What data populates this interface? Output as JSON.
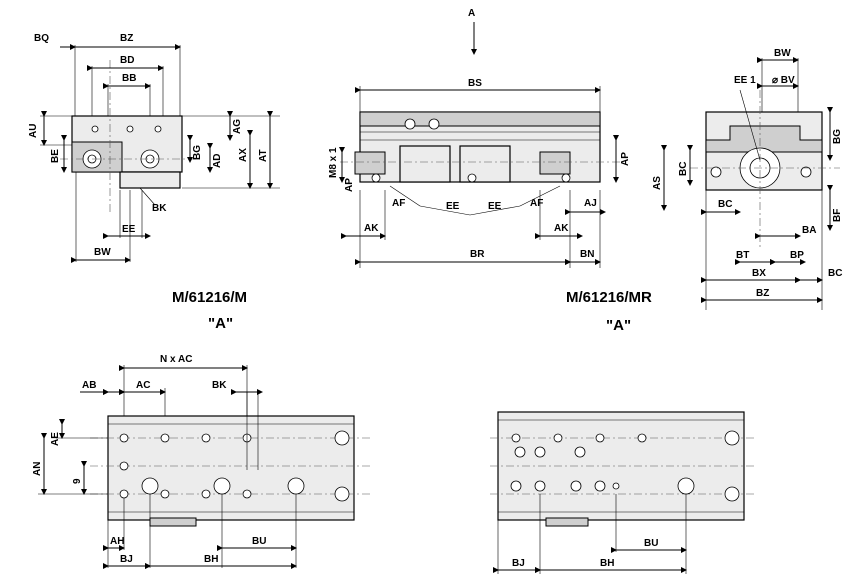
{
  "view_marker": "A",
  "front_view": {
    "labels": {
      "bq": "BQ",
      "bz": "BZ",
      "bd": "BD",
      "bb": "BB",
      "au": "AU",
      "be": "BE",
      "ag": "AG",
      "ad": "AD",
      "ax": "AX",
      "at": "AT",
      "bg": "BG",
      "bk": "BK",
      "ee": "EE",
      "bw": "BW"
    }
  },
  "side_view": {
    "labels": {
      "bs": "BS",
      "m8": "M8 x 1",
      "ap_left": "AP",
      "ap_right": "AP",
      "af_left": "AF",
      "ee_left": "EE",
      "ee_right": "EE",
      "af_right": "AF",
      "aj": "AJ",
      "ak_left": "AK",
      "ak_right": "AK",
      "br": "BR",
      "bn": "BN"
    }
  },
  "end_view": {
    "labels": {
      "bw": "BW",
      "ee1": "EE 1",
      "bv": "⌀ BV",
      "bg": "BG",
      "as": "AS",
      "bc_left": "BC",
      "bf": "BF",
      "bc_top": "BC",
      "ba": "BA",
      "bt": "BT",
      "bp": "BP",
      "bx": "BX",
      "bc_right": "BC",
      "bz": "BZ"
    }
  },
  "captions": {
    "left_model": "M/61216/M",
    "left_view": "\"A\"",
    "right_model": "M/61216/MR",
    "right_view": "\"A\""
  },
  "bottom_left": {
    "labels": {
      "nxac": "N x AC",
      "ab": "AB",
      "ac": "AC",
      "bk": "BK",
      "ae": "AE",
      "an": "AN",
      "nine": "9",
      "ah": "AH",
      "bj": "BJ",
      "bh": "BH",
      "bu": "BU"
    }
  },
  "bottom_right": {
    "labels": {
      "bj": "BJ",
      "bh": "BH",
      "bu": "BU"
    }
  }
}
